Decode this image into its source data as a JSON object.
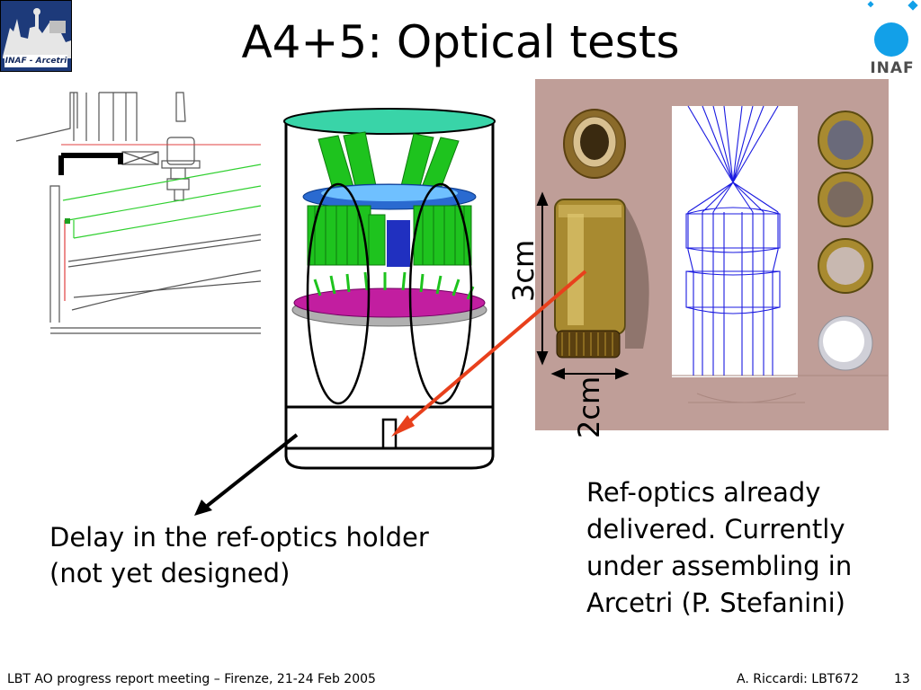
{
  "title": "A4+5: Optical tests",
  "logos": {
    "left_text": "INAF - Arcetri",
    "right_text": "INAF"
  },
  "photo_labels": {
    "height_label": "3cm",
    "width_label": "2cm"
  },
  "captions": {
    "delay_lines": [
      "Delay in the ref-optics holder",
      "(not yet designed)"
    ],
    "refoptics_lines": [
      "Ref-optics already",
      "delivered. Currently",
      "under assembling in",
      "Arcetri (P. Stefanini)"
    ]
  },
  "footer": {
    "meeting": "LBT AO progress report meeting – Firenze, 21-24 Feb 2005",
    "author": "A. Riccardi: LBT672",
    "page": "13"
  },
  "colors": {
    "accent_arrow": "#e8401c",
    "mirror_top": "#39d4a8",
    "hexapod_green": "#1ec31e",
    "plate_magenta": "#c21ea0",
    "ray_blue": "#1a1ae0",
    "logo_blue": "#12a0e8"
  },
  "icons": [
    "inaf-arcetri-logo",
    "inaf-logo"
  ]
}
